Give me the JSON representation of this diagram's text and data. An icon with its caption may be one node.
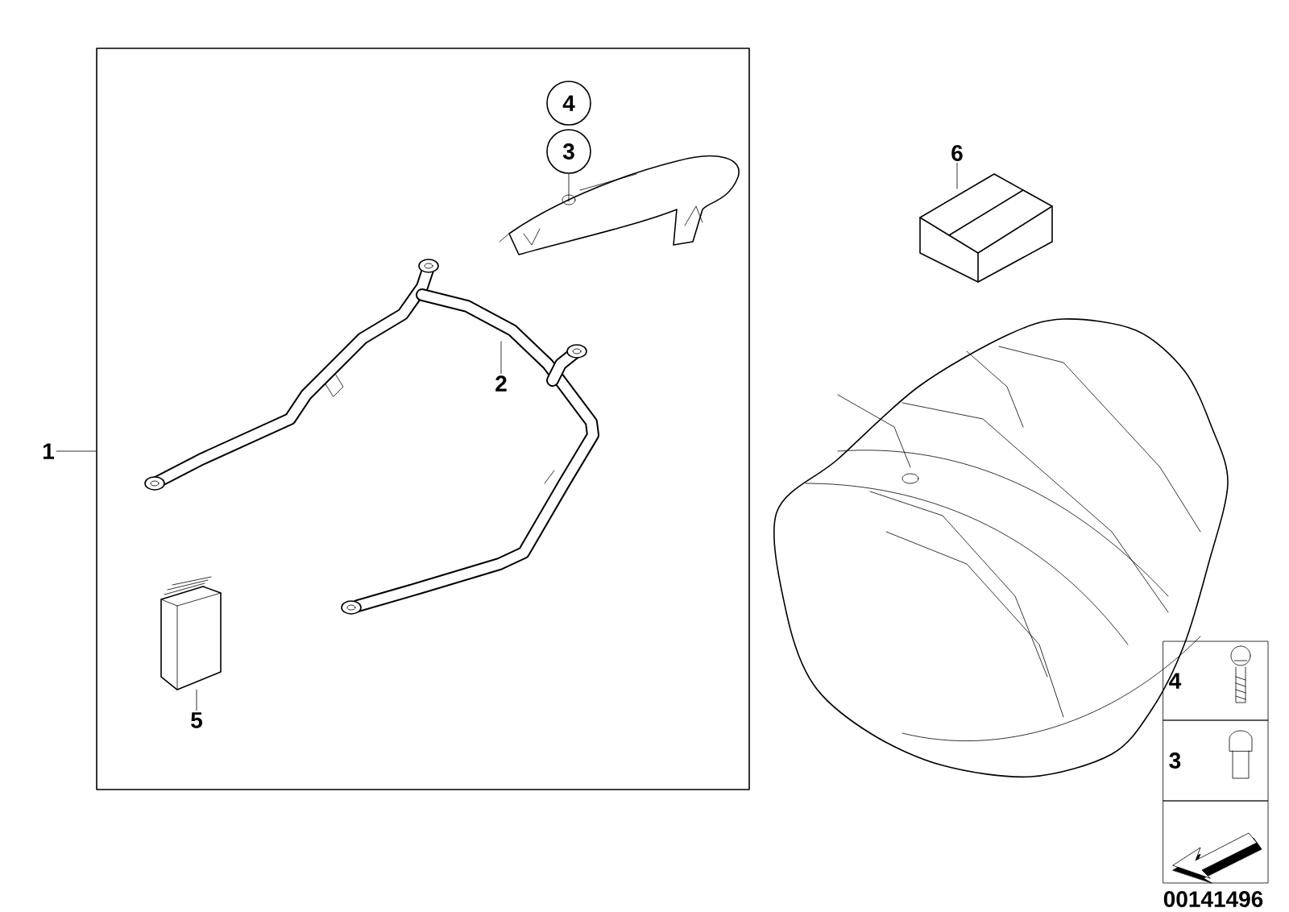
{
  "diagram": {
    "nodes": [
      {
        "text": [],
        "shape": "box"
      },
      {
        "text": [
          "1"
        ]
      },
      {
        "text": [
          "2"
        ],
        "in": 3
      },
      {
        "text": [],
        "shape": "picture",
        "in": 0
      },
      {
        "text": [
          "4"
        ],
        "in": 0
      },
      {
        "text": [
          "3"
        ],
        "in": 0
      },
      {
        "text": [],
        "shape": "picture",
        "in": 0
      },
      {
        "text": [
          "5"
        ],
        "in": 0
      },
      {
        "text": [],
        "shape": "picture",
        "in": 0
      },
      {
        "text": [
          "6"
        ]
      },
      {
        "text": [],
        "shape": "picture"
      },
      {
        "text": [],
        "shape": "picture"
      },
      {
        "text": [
          "4"
        ]
      },
      {
        "text": [
          "3"
        ]
      },
      {
        "text": [],
        "shape": "box"
      }
    ],
    "edges": [
      {
        "from": 1,
        "to": 0,
        "arrow": "none"
      },
      {
        "from": 2,
        "to": 3,
        "arrow": "none"
      },
      {
        "from": 5,
        "to": 6,
        "arrow": "none"
      },
      {
        "from": 7,
        "to": 8,
        "arrow": "none"
      },
      {
        "from": 9,
        "to": 10,
        "arrow": "none"
      }
    ],
    "labels": [
      "00141496"
    ]
  }
}
